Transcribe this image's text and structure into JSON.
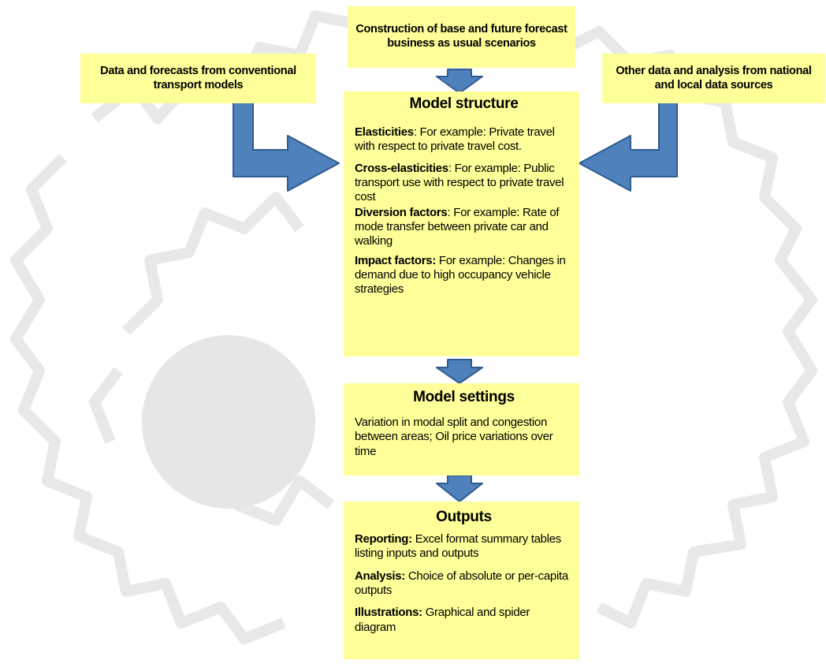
{
  "colors": {
    "box_fill": "#ffff99",
    "arrow_fill": "#4f81bd",
    "arrow_stroke": "#2f5b8f",
    "watermark": "#e6e6e6"
  },
  "top_box": {
    "text": "Construction of base and future forecast business as usual scenarios"
  },
  "left_box": {
    "text": "Data and forecasts from conventional transport models"
  },
  "right_box": {
    "text": "Other data and analysis from national and local data sources"
  },
  "model_structure": {
    "title": "Model structure",
    "items": [
      {
        "label": "Elasticities",
        "sep": ":  ",
        "text": "For example: Private travel with respect to private travel cost."
      },
      {
        "label": "Cross-elasticities",
        "sep": ": ",
        "text": "For example: Public transport use with respect to private travel cost"
      },
      {
        "label": "Diversion factors",
        "sep": ": ",
        "text": "For example: Rate of mode transfer between private car and walking"
      },
      {
        "label": "Impact factors:",
        "sep": "  ",
        "text": "For example: Changes in demand due to high occupancy vehicle strategies"
      }
    ]
  },
  "model_settings": {
    "title": "Model settings",
    "text": "Variation in modal split and congestion between areas; Oil price variations over time"
  },
  "outputs": {
    "title": "Outputs",
    "items": [
      {
        "label": "Reporting:",
        "sep": " ",
        "text": "Excel format summary tables listing inputs and outputs"
      },
      {
        "label": "Analysis:",
        "sep": " ",
        "text": "Choice of absolute or per-capita outputs"
      },
      {
        "label": "Illustrations:",
        "sep": " ",
        "text": "Graphical and spider diagram"
      }
    ]
  }
}
